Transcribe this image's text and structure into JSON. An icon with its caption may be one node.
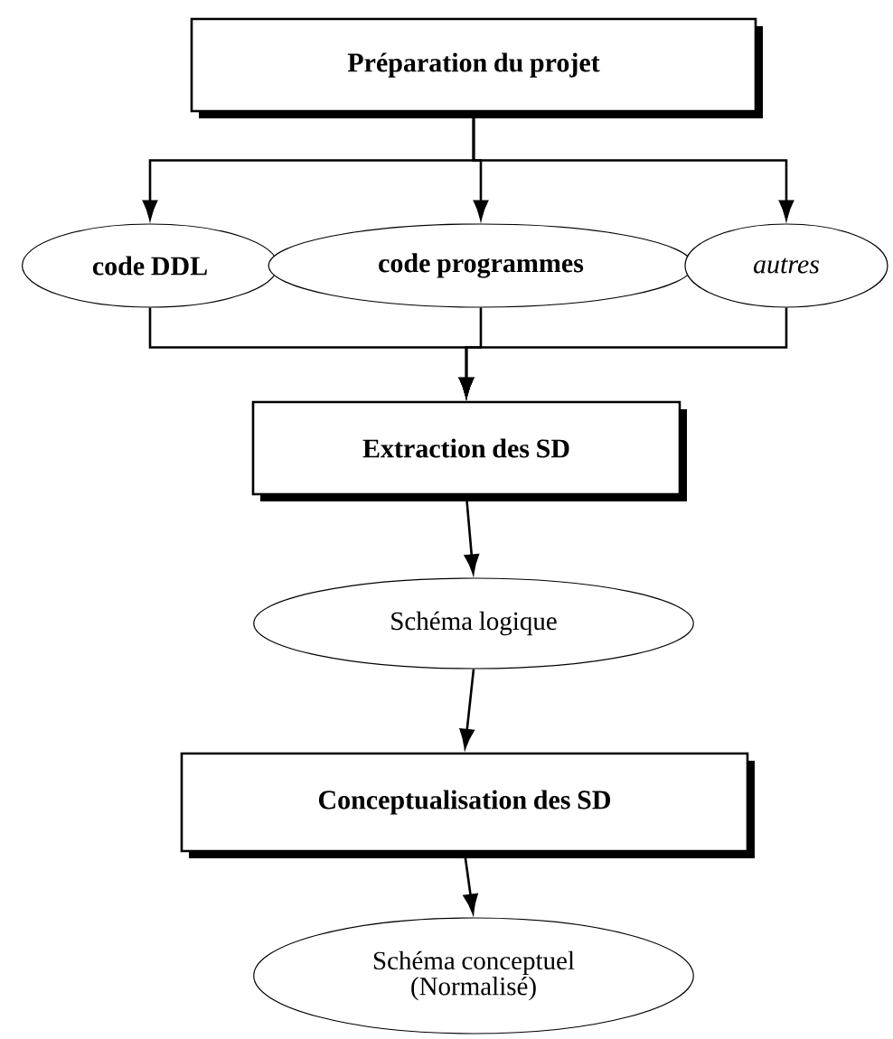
{
  "diagram": {
    "nodes": [
      {
        "text": [
          "Préparation du  projet"
        ]
      },
      {
        "text": [
          "code DDL"
        ]
      },
      {
        "text": [
          "code programmes"
        ]
      },
      {
        "text": [
          "autres"
        ]
      },
      {
        "text": [
          "Extraction des SD"
        ]
      },
      {
        "text": [
          "Schéma logique"
        ]
      },
      {
        "text": [
          "Conceptualisation des SD"
        ]
      },
      {
        "text": [
          "Schéma conceptuel (Normalisé)"
        ]
      }
    ],
    "edges": [
      {
        "from": 0,
        "to": 1,
        "arrow": "to"
      },
      {
        "from": 0,
        "to": 2,
        "arrow": "to"
      },
      {
        "from": 0,
        "to": 3,
        "arrow": "to"
      },
      {
        "from": 1,
        "to": 4,
        "arrow": "to"
      },
      {
        "from": 2,
        "to": 4,
        "arrow": "to"
      },
      {
        "from": 3,
        "to": 4,
        "arrow": "to"
      },
      {
        "from": 4,
        "to": 5,
        "arrow": "to"
      },
      {
        "from": 5,
        "to": 6,
        "arrow": "to"
      },
      {
        "from": 6,
        "to": 7,
        "arrow": "to"
      }
    ]
  }
}
